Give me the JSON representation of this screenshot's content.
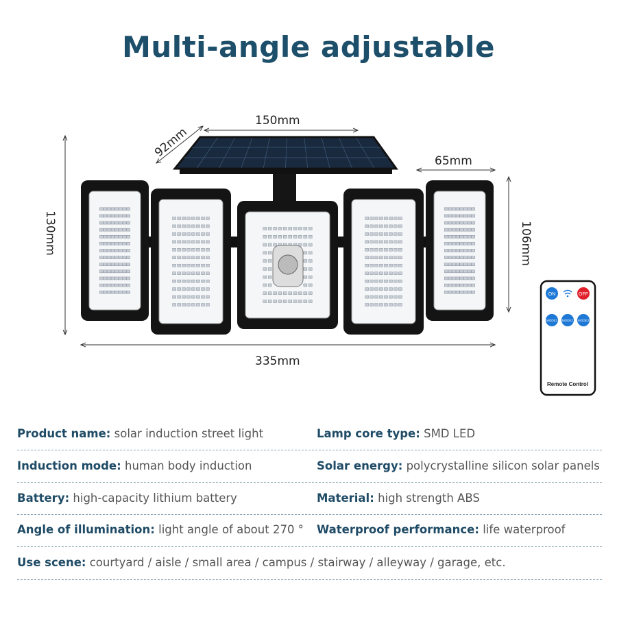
{
  "title": "Multi-angle adjustable",
  "dimensions": {
    "solar_width": "150mm",
    "solar_depth": "92mm",
    "side_width": "65mm",
    "total_height": "130mm",
    "side_height": "106mm",
    "total_width": "335mm"
  },
  "remote": {
    "label": "Remote Control",
    "buttons": [
      "ON",
      "OFF",
      "MODE1",
      "MODE2",
      "MODE3"
    ],
    "colors": {
      "blue": "#1e78d6",
      "red": "#e0202a"
    }
  },
  "specs": [
    {
      "label": "Product name:",
      "value": "solar induction street light"
    },
    {
      "label": "Lamp core type:",
      "value": "SMD LED"
    },
    {
      "label": "Induction mode:",
      "value": "human body induction"
    },
    {
      "label": "Solar energy:",
      "value": "polycrystalline silicon solar panels"
    },
    {
      "label": "Battery:",
      "value": "high-capacity lithium battery"
    },
    {
      "label": "Material:",
      "value": "high strength ABS"
    },
    {
      "label": "Angle of illumination:",
      "value": "light angle of about 270 °"
    },
    {
      "label": "Waterproof performance:",
      "value": "life waterproof"
    },
    {
      "label": "Use scene:",
      "value": "courtyard / aisle / small area / campus / stairway / alleyway / garage, etc."
    }
  ],
  "colors": {
    "title": "#1d4f6b",
    "label": "#1f4b66",
    "text": "#555555"
  }
}
